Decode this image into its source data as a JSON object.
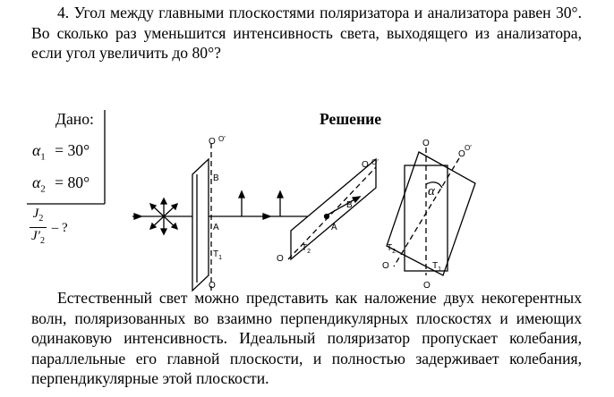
{
  "problem_text": "4. Угол между главными плоскостями поляризатора и анализатора равен 30°. Во сколько раз уменьшится интенсивность света, выходящего из анализатора, если угол увеличить до 80°?",
  "given": {
    "title": "Дано:",
    "alpha1_symbol": "α",
    "alpha1_sub": "1",
    "alpha1_value": "= 30°",
    "alpha2_symbol": "α",
    "alpha2_sub": "2",
    "alpha2_value": "= 80°",
    "ratio_num": "J",
    "ratio_num_sub": "2",
    "ratio_den": "J′",
    "ratio_den_sub": "2",
    "ratio_question": "– ?"
  },
  "solution_title": "Решение",
  "diagram": {
    "labels": {
      "o": "O",
      "o_prime": "O′",
      "b": "B",
      "a": "A",
      "t1": "T",
      "t1_sub": "1",
      "t2": "T",
      "t2_sub": "2",
      "alpha": "α"
    }
  },
  "explanation_text": "Естественный свет можно представить как наложение двух некогерентных волн, поляризованных во взаимно перпендикулярных плоскостях и имеющих одинаковую интенсивность. Идеальный поляризатор пропускает колебания, параллельные его главной плоскости, и полностью задерживает колебания, перпендикулярные этой плоскости."
}
